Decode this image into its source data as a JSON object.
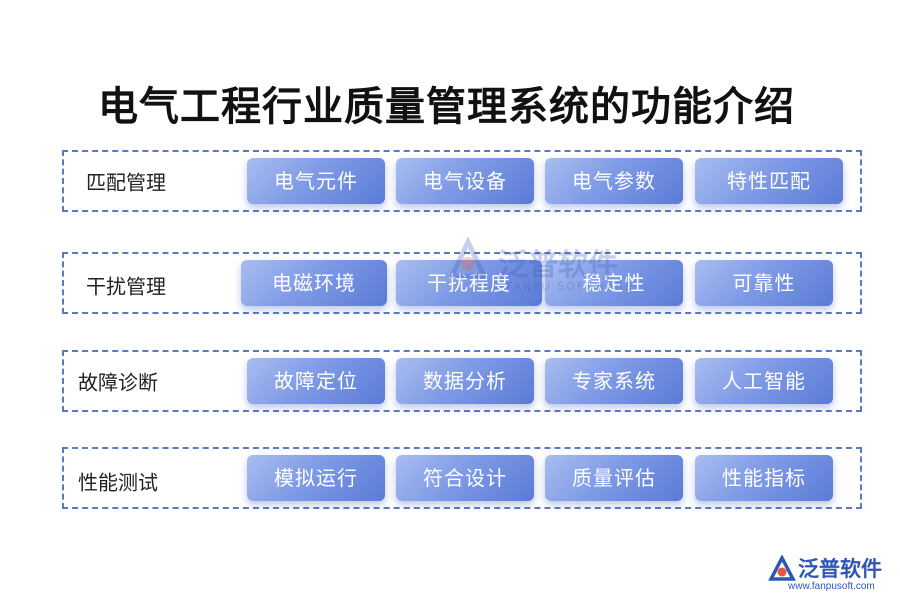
{
  "title": "电气工程行业质量管理系统的功能介绍",
  "rows": [
    {
      "label": "匹配管理",
      "items": [
        "电气元件",
        "电气设备",
        "电气参数",
        "特性匹配"
      ]
    },
    {
      "label": "干扰管理",
      "items": [
        "电磁环境",
        "干扰程度",
        "稳定性",
        "可靠性"
      ]
    },
    {
      "label": "故障诊断",
      "items": [
        "故障定位",
        "数据分析",
        "专家系统",
        "人工智能"
      ]
    },
    {
      "label": "性能测试",
      "items": [
        "模拟运行",
        "符合设计",
        "质量评估",
        "性能指标"
      ]
    }
  ],
  "watermark": {
    "text": "泛普软件",
    "sub": "FANPU SOFTWARE"
  },
  "logo": {
    "text": "泛普软件",
    "url": "www.fanpusoft.com"
  },
  "colors": {
    "accent": "#5a7ad6",
    "border": "#5b78c2"
  }
}
